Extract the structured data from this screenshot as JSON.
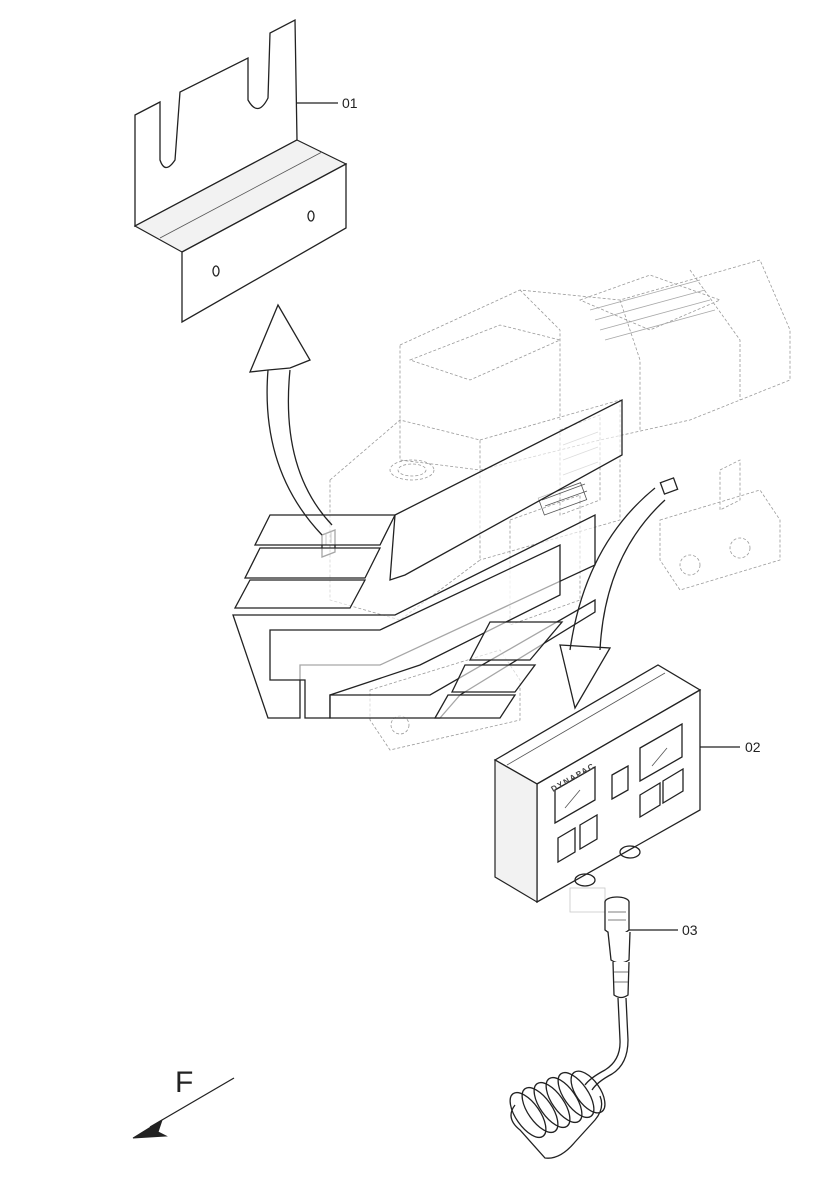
{
  "callouts": [
    {
      "id": "01",
      "label": "01"
    },
    {
      "id": "02",
      "label": "02"
    },
    {
      "id": "03",
      "label": "03"
    }
  ],
  "direction": {
    "label": "F"
  },
  "device": {
    "brand": "DYNAPAC"
  }
}
